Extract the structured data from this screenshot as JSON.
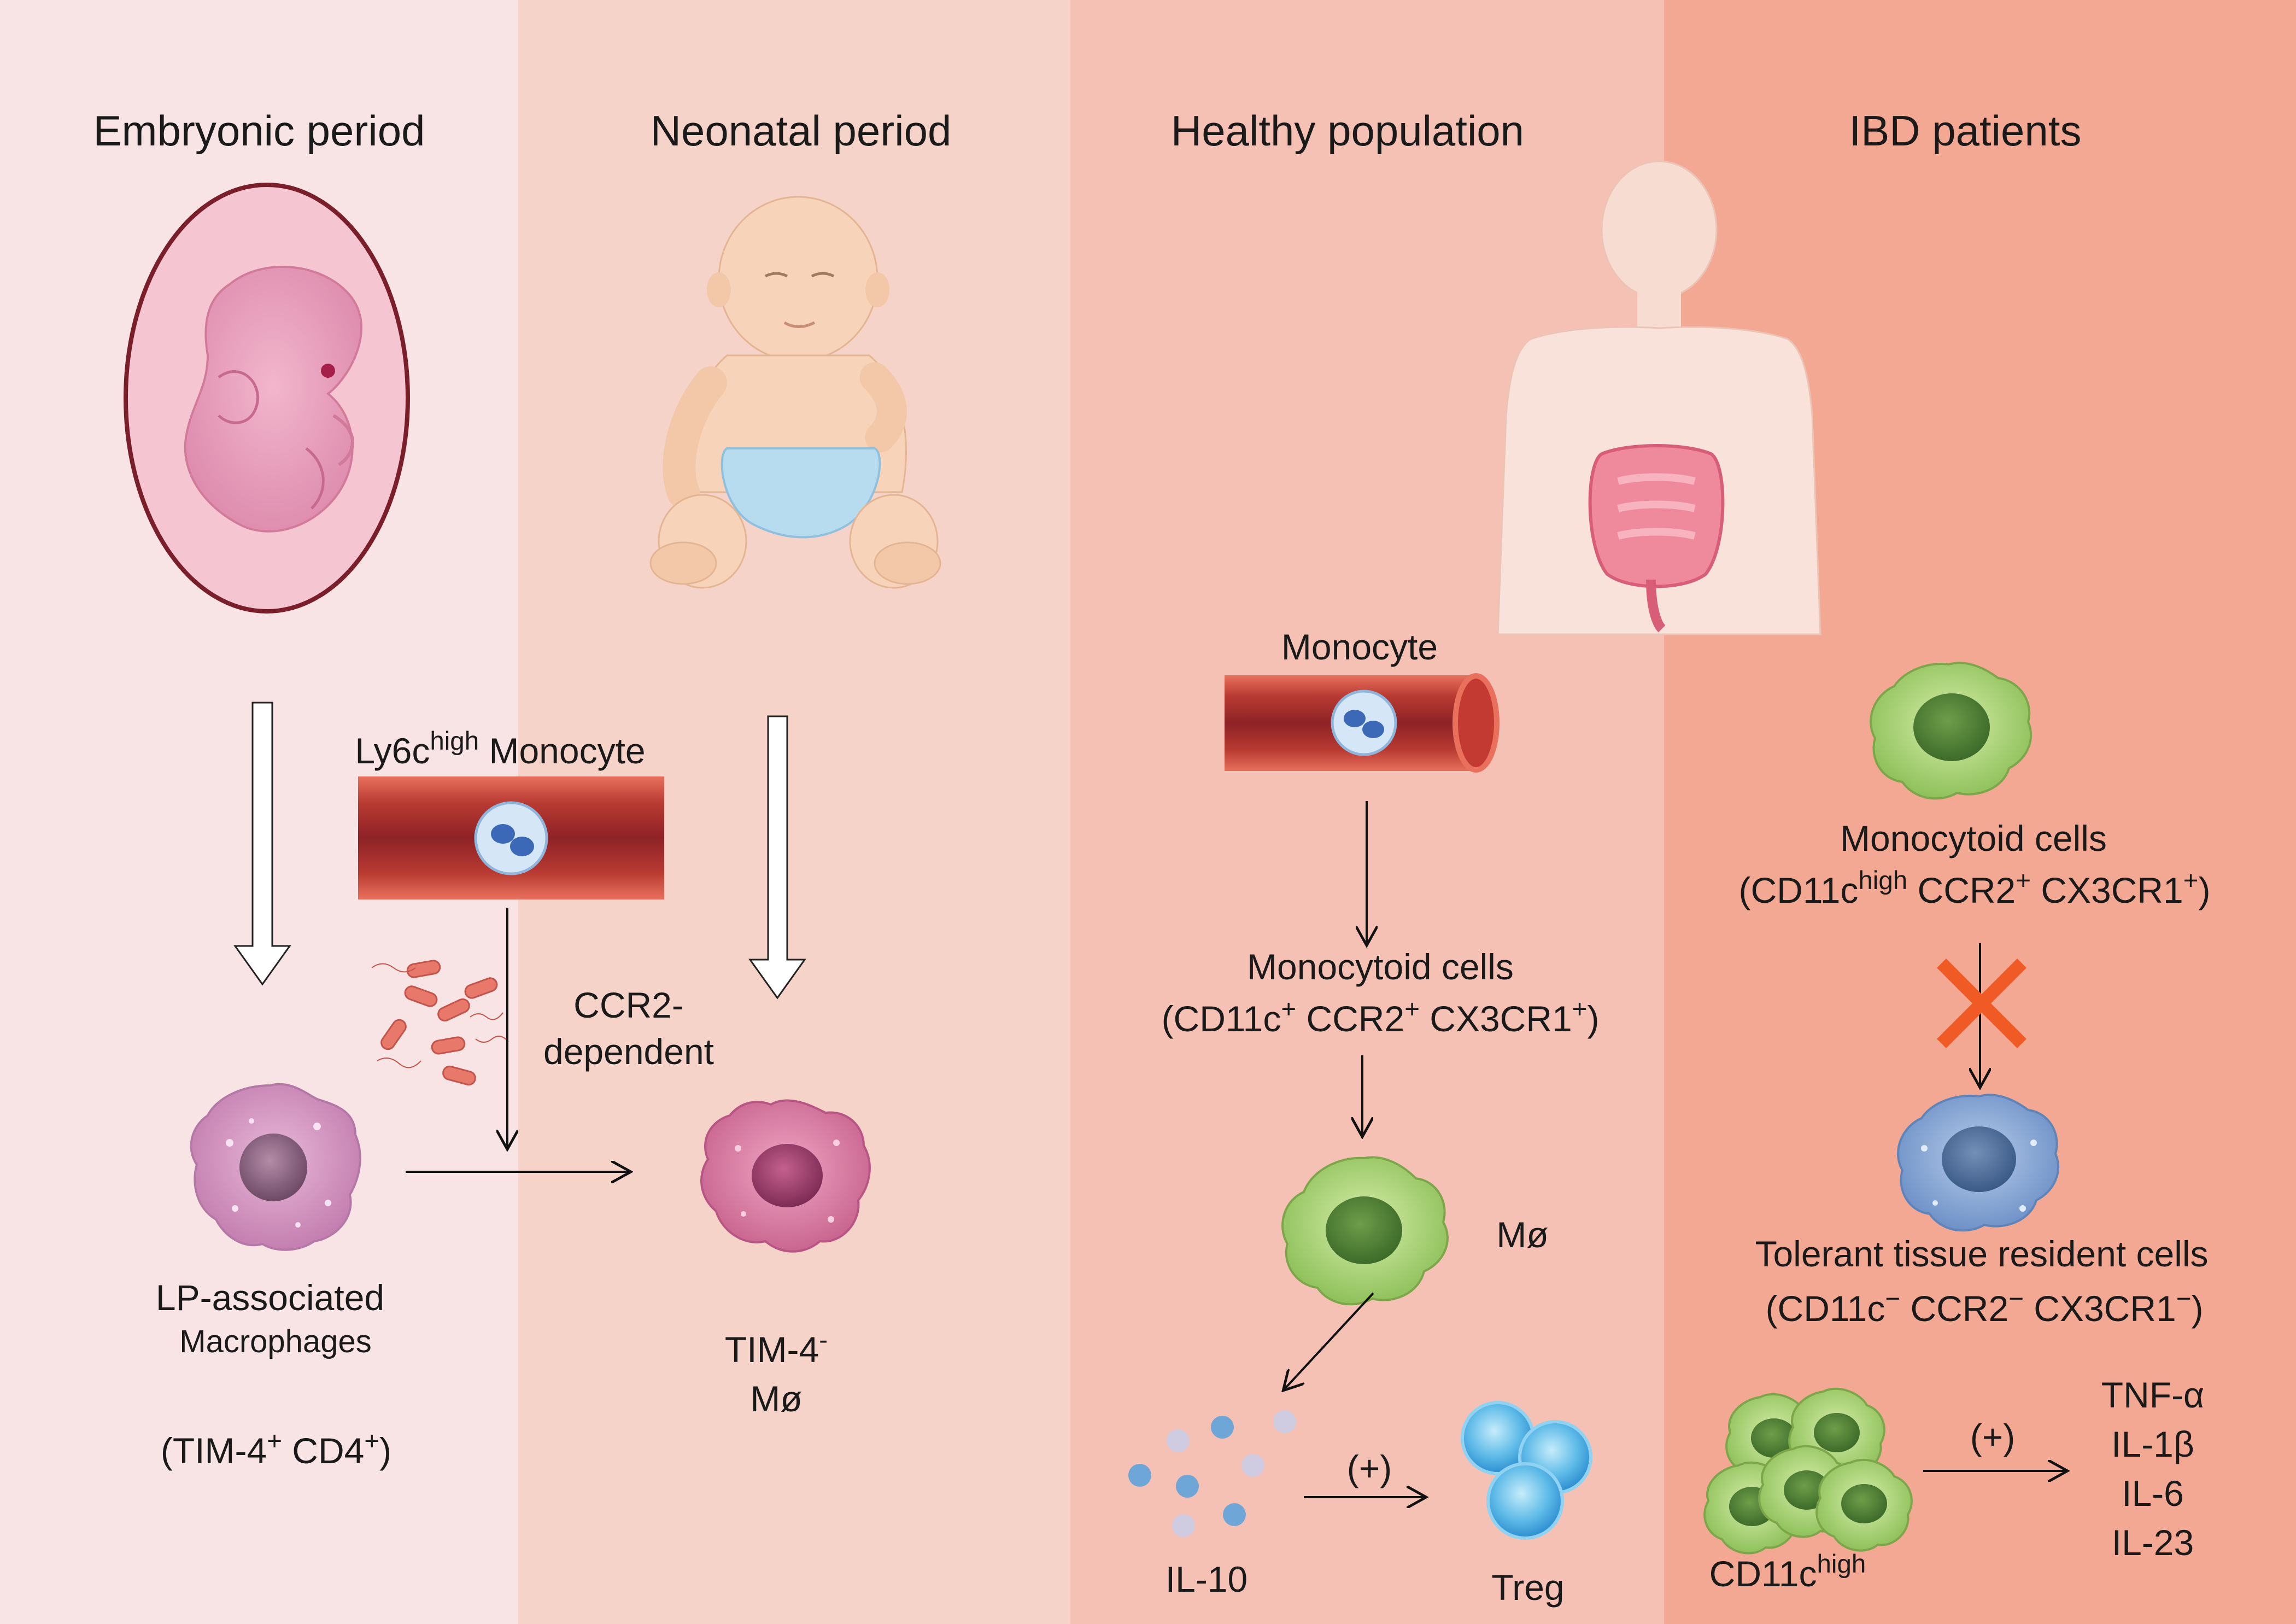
{
  "panels": [
    {
      "title": "Embryonic period",
      "color": "#f8e4e4"
    },
    {
      "title": "Neonatal period",
      "color": "#f5d3c8"
    },
    {
      "title": "Healthy population",
      "color": "#f4c1b4"
    },
    {
      "title": "IBD patients",
      "color": "#f3a894"
    }
  ],
  "embryonic": {
    "monocyte_label_base": "Ly6c",
    "monocyte_label_sup": "high",
    "monocyte_label_rest": " Monocyte",
    "ccr2_line1": "CCR2-",
    "ccr2_line2": "dependent",
    "lp_line1": "LP-associated",
    "lp_line2": "Macrophages",
    "marker_open": "(TIM-4",
    "marker_sup1": "+",
    "marker_mid": " CD4",
    "marker_sup2": "+",
    "marker_close": ")"
  },
  "neonatal": {
    "tim4_base": "TIM-4",
    "tim4_sup": "-",
    "mo_label": "Mø"
  },
  "healthy": {
    "monocyte_label": "Monocyte",
    "monocytoid_label": "Monocytoid cells",
    "monocytoid_markers": [
      "(CD11c",
      "+",
      " CCR2",
      "+",
      " CX3CR1",
      "+",
      ")"
    ],
    "mo_label": "Mø",
    "il10_label": "IL-10",
    "plus_label": "(+)",
    "treg_label": "Treg"
  },
  "ibd": {
    "monocytoid_label": "Monocytoid cells",
    "monocytoid_markers": [
      "(CD11c",
      "high",
      " CCR2",
      "+",
      " CX3CR1",
      "+",
      ")"
    ],
    "tolerant_label": "Tolerant tissue resident cells",
    "tolerant_markers": [
      "(CD11c",
      "−",
      " CCR2",
      "−",
      " CX3CR1",
      "−",
      ")"
    ],
    "cd11c_base": "CD11c",
    "cd11c_sup": "high",
    "plus_label": "(+)",
    "cytokines": [
      "TNF-α",
      "IL-1β",
      "IL-6",
      "IL-23"
    ]
  }
}
